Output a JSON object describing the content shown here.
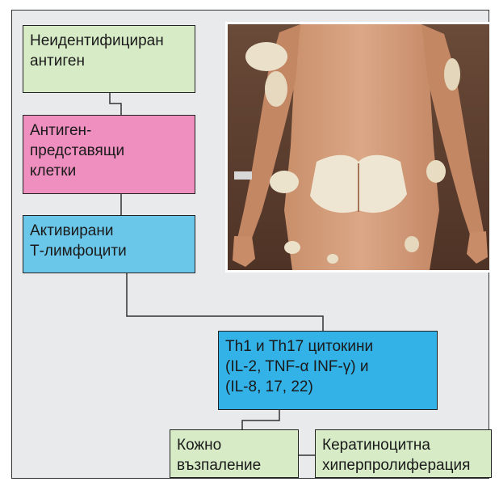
{
  "diagram": {
    "nodes": {
      "antigen": "Неидентифициран\nантиген",
      "apc": "Антиген-\nпредставящи\nклетки",
      "t_cells": "Активирани\nТ-лимфоцити",
      "cytokines": "Th1 и Th17 цитокини\n(IL-2, TNF-α INF-γ) и\n(IL-8, 17, 22)",
      "inflammation": "Кожно\nвъзпаление",
      "hyperproliferation": "Кератиноцитна\nхиперпролиферация"
    },
    "colors": {
      "background": "#e9eaec",
      "green_box": "#d6ebc6",
      "pink_box": "#ef8fbf",
      "blue_box": "#6bc7ea",
      "blue_deep_box": "#33b2e8",
      "connector": "#333333"
    },
    "photo": {
      "subject": "clinical-photo-psoriasis-plaques"
    }
  }
}
